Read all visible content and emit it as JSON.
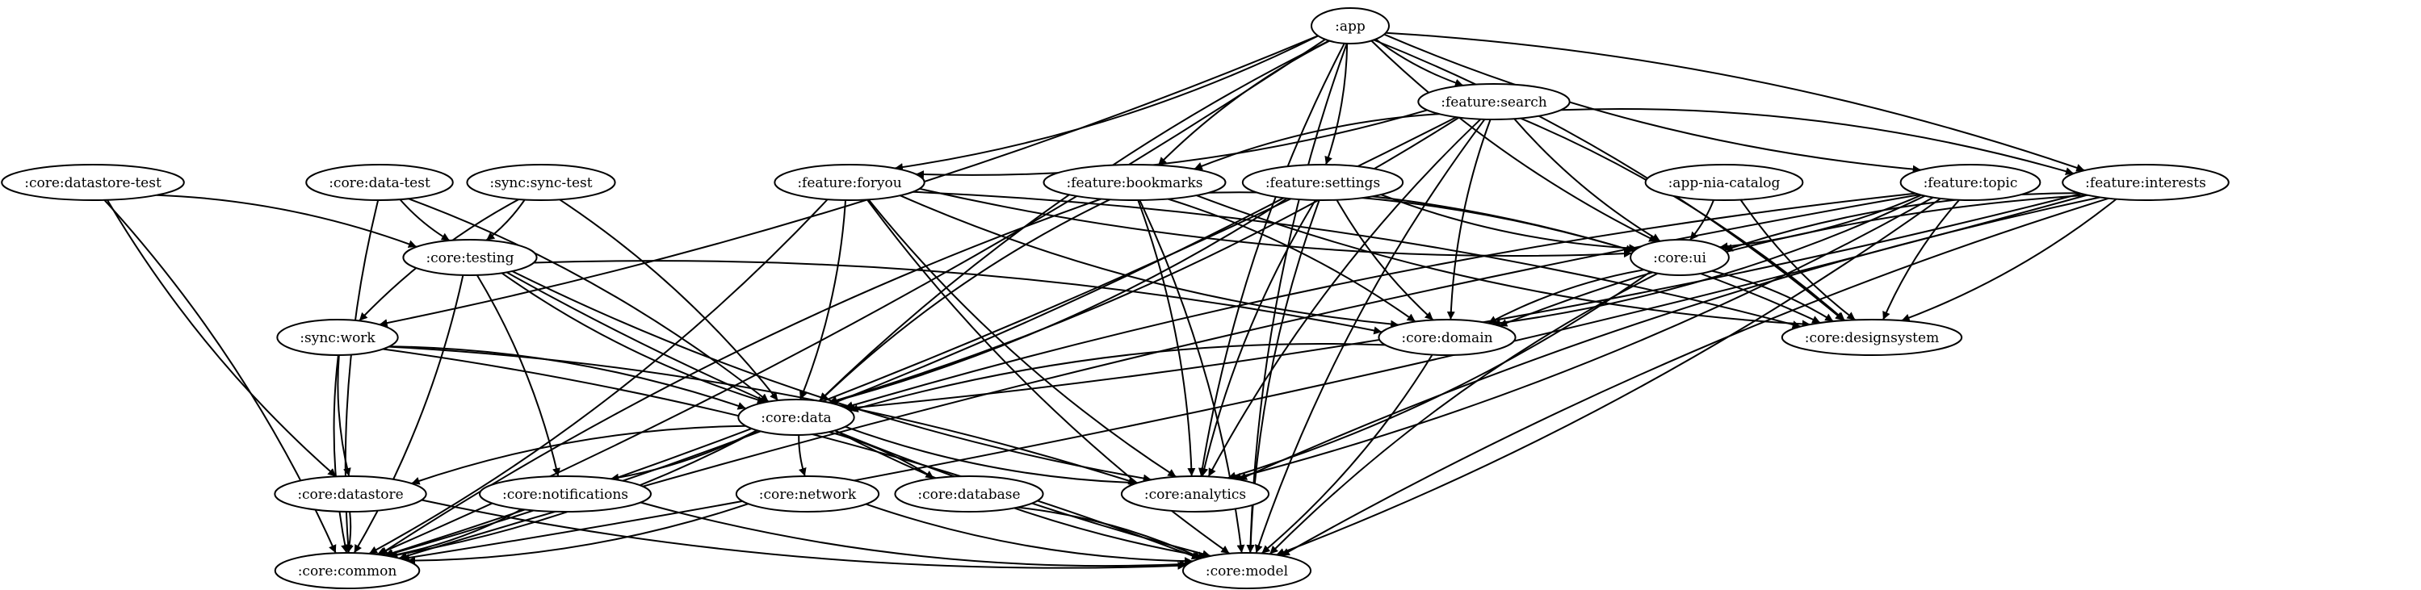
{
  "graph": {
    "nodes": [
      {
        "id": "app",
        "label": ":app"
      },
      {
        "id": "feature_search",
        "label": ":feature:search"
      },
      {
        "id": "core_datastore_test",
        "label": ":core:datastore-test"
      },
      {
        "id": "core_data_test",
        "label": ":core:data-test"
      },
      {
        "id": "sync_sync_test",
        "label": ":sync:sync-test"
      },
      {
        "id": "feature_foryou",
        "label": ":feature:foryou"
      },
      {
        "id": "feature_bookmarks",
        "label": ":feature:bookmarks"
      },
      {
        "id": "feature_settings",
        "label": ":feature:settings"
      },
      {
        "id": "app_nia_catalog",
        "label": ":app-nia-catalog"
      },
      {
        "id": "feature_topic",
        "label": ":feature:topic"
      },
      {
        "id": "feature_interests",
        "label": ":feature:interests"
      },
      {
        "id": "core_testing",
        "label": ":core:testing"
      },
      {
        "id": "core_ui",
        "label": ":core:ui"
      },
      {
        "id": "sync_work",
        "label": ":sync:work"
      },
      {
        "id": "core_domain",
        "label": ":core:domain"
      },
      {
        "id": "core_designsystem",
        "label": ":core:designsystem"
      },
      {
        "id": "core_data",
        "label": ":core:data"
      },
      {
        "id": "core_datastore",
        "label": ":core:datastore"
      },
      {
        "id": "core_notifications",
        "label": ":core:notifications"
      },
      {
        "id": "core_network",
        "label": ":core:network"
      },
      {
        "id": "core_database",
        "label": ":core:database"
      },
      {
        "id": "core_analytics",
        "label": ":core:analytics"
      },
      {
        "id": "core_common",
        "label": ":core:common"
      },
      {
        "id": "core_model",
        "label": ":core:model"
      }
    ],
    "edges": [
      [
        "app",
        "feature_search"
      ],
      [
        "app",
        "feature_foryou"
      ],
      [
        "app",
        "feature_bookmarks"
      ],
      [
        "app",
        "feature_settings"
      ],
      [
        "app",
        "feature_topic"
      ],
      [
        "app",
        "feature_interests"
      ],
      [
        "app",
        "core_ui"
      ],
      [
        "app",
        "core_designsystem"
      ],
      [
        "app",
        "core_data"
      ],
      [
        "app",
        "sync_work"
      ],
      [
        "app",
        "core_analytics"
      ],
      [
        "app",
        "core_common"
      ],
      [
        "app",
        "core_model"
      ],
      [
        "feature_search",
        "feature_foryou"
      ],
      [
        "feature_search",
        "feature_bookmarks"
      ],
      [
        "feature_search",
        "feature_interests"
      ],
      [
        "feature_search",
        "core_ui"
      ],
      [
        "feature_search",
        "core_designsystem"
      ],
      [
        "feature_search",
        "core_domain"
      ],
      [
        "feature_search",
        "core_data"
      ],
      [
        "feature_search",
        "core_analytics"
      ],
      [
        "feature_search",
        "core_common"
      ],
      [
        "feature_search",
        "core_model"
      ],
      [
        "core_datastore_test",
        "core_testing"
      ],
      [
        "core_datastore_test",
        "core_datastore"
      ],
      [
        "core_datastore_test",
        "core_common"
      ],
      [
        "core_data_test",
        "core_testing"
      ],
      [
        "core_data_test",
        "core_data"
      ],
      [
        "core_data_test",
        "core_common"
      ],
      [
        "sync_sync_test",
        "core_testing"
      ],
      [
        "sync_sync_test",
        "sync_work"
      ],
      [
        "sync_sync_test",
        "core_data"
      ],
      [
        "feature_foryou",
        "core_ui"
      ],
      [
        "feature_foryou",
        "core_designsystem"
      ],
      [
        "feature_foryou",
        "core_domain"
      ],
      [
        "feature_foryou",
        "core_data"
      ],
      [
        "feature_foryou",
        "core_analytics"
      ],
      [
        "feature_foryou",
        "core_common"
      ],
      [
        "feature_foryou",
        "core_model"
      ],
      [
        "feature_bookmarks",
        "core_ui"
      ],
      [
        "feature_bookmarks",
        "core_designsystem"
      ],
      [
        "feature_bookmarks",
        "core_domain"
      ],
      [
        "feature_bookmarks",
        "core_data"
      ],
      [
        "feature_bookmarks",
        "core_analytics"
      ],
      [
        "feature_bookmarks",
        "core_common"
      ],
      [
        "feature_bookmarks",
        "core_model"
      ],
      [
        "feature_settings",
        "core_ui"
      ],
      [
        "feature_settings",
        "core_designsystem"
      ],
      [
        "feature_settings",
        "core_domain"
      ],
      [
        "feature_settings",
        "core_data"
      ],
      [
        "feature_settings",
        "core_analytics"
      ],
      [
        "feature_settings",
        "core_common"
      ],
      [
        "feature_settings",
        "core_model"
      ],
      [
        "app_nia_catalog",
        "core_ui"
      ],
      [
        "app_nia_catalog",
        "core_designsystem"
      ],
      [
        "feature_topic",
        "core_ui"
      ],
      [
        "feature_topic",
        "core_designsystem"
      ],
      [
        "feature_topic",
        "core_domain"
      ],
      [
        "feature_topic",
        "core_data"
      ],
      [
        "feature_topic",
        "core_analytics"
      ],
      [
        "feature_topic",
        "core_common"
      ],
      [
        "feature_topic",
        "core_model"
      ],
      [
        "feature_interests",
        "core_ui"
      ],
      [
        "feature_interests",
        "core_designsystem"
      ],
      [
        "feature_interests",
        "core_domain"
      ],
      [
        "feature_interests",
        "core_data"
      ],
      [
        "feature_interests",
        "core_analytics"
      ],
      [
        "feature_interests",
        "core_common"
      ],
      [
        "feature_interests",
        "core_model"
      ],
      [
        "core_testing",
        "core_domain"
      ],
      [
        "core_testing",
        "core_data"
      ],
      [
        "core_testing",
        "core_notifications"
      ],
      [
        "core_testing",
        "core_analytics"
      ],
      [
        "core_testing",
        "core_common"
      ],
      [
        "core_testing",
        "core_model"
      ],
      [
        "core_ui",
        "core_designsystem"
      ],
      [
        "core_ui",
        "core_domain"
      ],
      [
        "core_ui",
        "core_analytics"
      ],
      [
        "core_ui",
        "core_model"
      ],
      [
        "sync_work",
        "core_data"
      ],
      [
        "sync_work",
        "core_datastore"
      ],
      [
        "sync_work",
        "core_analytics"
      ],
      [
        "sync_work",
        "core_common"
      ],
      [
        "sync_work",
        "core_model"
      ],
      [
        "core_domain",
        "core_data"
      ],
      [
        "core_domain",
        "core_model"
      ],
      [
        "core_data",
        "core_datastore"
      ],
      [
        "core_data",
        "core_notifications"
      ],
      [
        "core_data",
        "core_network"
      ],
      [
        "core_data",
        "core_database"
      ],
      [
        "core_data",
        "core_analytics"
      ],
      [
        "core_data",
        "core_common"
      ],
      [
        "core_data",
        "core_model"
      ],
      [
        "core_datastore",
        "core_common"
      ],
      [
        "core_datastore",
        "core_model"
      ],
      [
        "core_notifications",
        "core_common"
      ],
      [
        "core_notifications",
        "core_model"
      ],
      [
        "core_network",
        "core_common"
      ],
      [
        "core_network",
        "core_model"
      ],
      [
        "core_database",
        "core_model"
      ]
    ]
  }
}
